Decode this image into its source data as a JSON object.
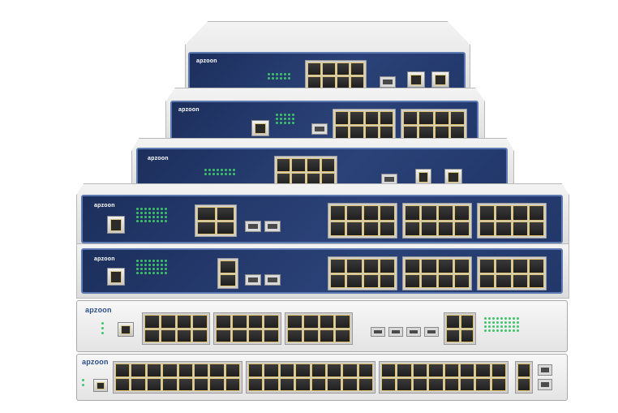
{
  "brand_text": "apzoon",
  "colors": {
    "faceplate_blue": "#22386b",
    "faceplate_border": "#5d7bb0",
    "chassis_gray": "#dcdcdc",
    "port_trim": "#e0c36a",
    "led_green": "#3ec46a"
  },
  "switches": [
    {
      "id": "switch-1",
      "style": "blue",
      "brand_visible": true
    },
    {
      "id": "switch-2",
      "style": "blue",
      "brand_visible": true
    },
    {
      "id": "switch-3",
      "style": "blue",
      "brand_visible": true
    },
    {
      "id": "switch-4",
      "style": "blue",
      "brand_visible": true
    },
    {
      "id": "switch-5",
      "style": "blue",
      "brand_visible": true
    },
    {
      "id": "switch-6",
      "style": "light",
      "brand_visible": true
    },
    {
      "id": "switch-7",
      "style": "light",
      "brand_visible": true
    }
  ]
}
